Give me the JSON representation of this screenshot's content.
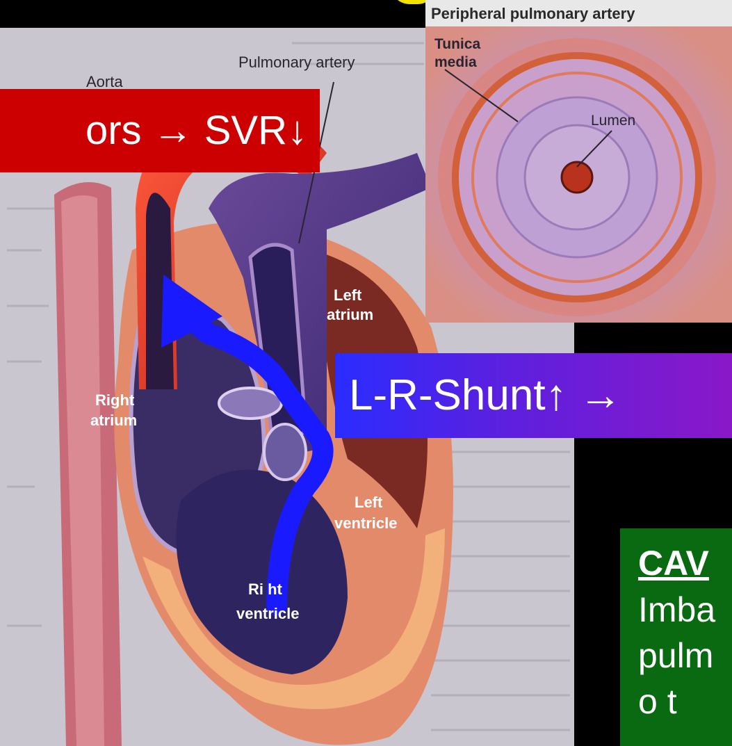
{
  "heart_labels": {
    "aorta": "Aorta",
    "pulmonary_artery": "Pulmonary artery",
    "left_atrium_1": "Left",
    "left_atrium_2": "atrium",
    "right_atrium_1": "Right",
    "right_atrium_2": "atrium",
    "left_ventricle_1": "Left",
    "left_ventricle_2": "ventricle",
    "right_ventricle_1": "Ri  ht",
    "right_ventricle_2": "ventricle"
  },
  "inset": {
    "header": "Peripheral pulmonary  artery",
    "tunica_1": "Tunica",
    "tunica_2": "media",
    "lumen": "Lumen"
  },
  "callouts": {
    "svr": "ors → SVR↓",
    "shunt": "L-R-Shunt↑ →",
    "cave_title": "CAV",
    "cave_line_1": "Imba",
    "cave_line_2": "pulm",
    "cave_line_3": "o  t"
  },
  "colors": {
    "background": "#000000",
    "paper": "#c9c6cf",
    "flow_arrow": "#1a1aff",
    "svr_box": "#cc0000",
    "cave_box": "#0a6a12",
    "title_fragment": "#f2e200"
  }
}
